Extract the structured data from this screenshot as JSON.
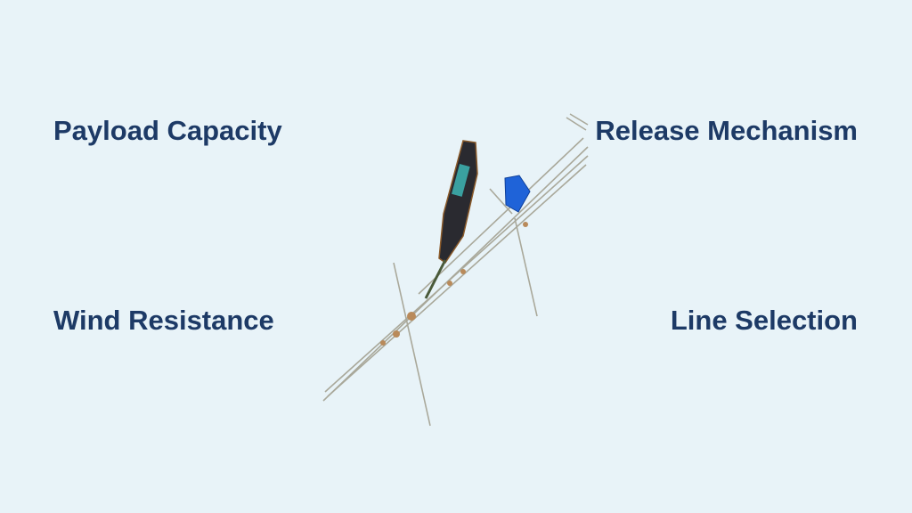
{
  "labels": {
    "top_left": "Payload Capacity",
    "top_right": "Release Mechanism",
    "bottom_left": "Wind Resistance",
    "bottom_right": "Line Selection"
  },
  "colors": {
    "background": "#e8f3f8",
    "text": "#1d3a66",
    "tarp": "#1f63d8",
    "boat": "#2a2a30"
  }
}
